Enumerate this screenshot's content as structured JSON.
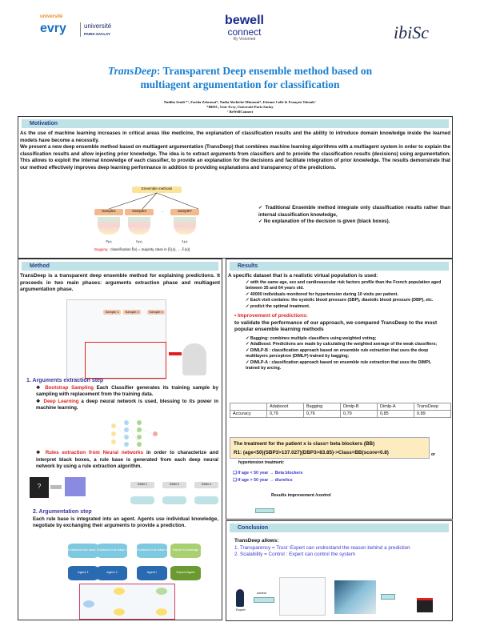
{
  "logos": {
    "evry": "université evry",
    "paris_saclay": "université PARIS-SACLAY",
    "bewell": "bewell connect",
    "bewell_sub": "By Visiomed",
    "ibisc": "ibiSc"
  },
  "title": {
    "italic": "TransDeep",
    "rest": ": Transparent Deep ensemble method based on",
    "line2": "multiagent argumentation for classification"
  },
  "authors": {
    "line1": "Nadiha Sendi *°, Farida Zehraoui*, Nadia Abchiche-Mimouni*, Etienne Colle & François Tebouls°",
    "line2": "*IBISC, Univ Evry, Université Paris-Saclay",
    "line3": "° BeWellConnect"
  },
  "motivation": {
    "heading": "Motivation",
    "p1": "As the use of machine learning increases in critical areas like medicine, the explanation of classification results and the ability to introduce domain knowledge inside the learned models have become a necessity.",
    "p2": "We present a new deep ensemble method based on multiagent argumentation (TransDeep) that combines machine learning algorithms with a multiagent system in order to explain the classification results and allow injecting prior knowledge. The idea is to extract arguments from classifiers and to provide the classification results (decisions) using argumentation. This allows to exploit the internal knowledge of each classifier, to provide an explanation for the decisions and facilitate integration of prior knowledge. The results demonstrate that our method effectively improves deep learning performance in addition to providing explanations and transparency of the predictions.",
    "figure": {
      "root": "Ensemble methods",
      "samples": [
        "Sample1",
        "Sample2",
        "SampleT"
      ],
      "dots": "...",
      "outputs": [
        "f̂¹(x)",
        "f̂₂(x)",
        "f̂ₜ(x)"
      ],
      "caption_red": "Bagging",
      "caption": " : classification  f̂(x) = majority class in {f̂₁(x), ..., f̂ₜ(x)}"
    },
    "bullets": [
      "Traditional  Ensemble method integrate only classification results rather than internal classification knowledge,",
      "No explanation of the decision is given (black boxes)."
    ]
  },
  "method": {
    "heading": "Method",
    "intro": "TransDeep is a transparent deep ensemble method for explaining predictions. It proceeds in two main phases: arguments extraction phase and multiagent argumentation phase.",
    "step1": "1. Arguments extraction step",
    "items": [
      {
        "red": "Bootstrap Sampling",
        "text": " Each Classifier generates its training sample by sampling with replacement from the training data."
      },
      {
        "red": "Deep Learning",
        "text": "  a deep neural network is used, blessing to its power in machine learning."
      },
      {
        "red": "Rules extraction from Neural networks",
        "text": " in order to characterize and interpret black boxes, a rule base is generated from each deep neural network by using a rule extraction algorithm."
      }
    ],
    "step2": "2. Argumentation step",
    "step2_text": "Each rule base is integrated into an agent. Agents use individual knowledge, negotiate by exchanging their arguments to provide a prediction.",
    "rulebases": [
      "Extracted rule base 1",
      "Extracted rule base 2",
      "Extracted rule base n",
      "Expert Knowledge"
    ],
    "agents": [
      "Agent 1",
      "Agent 2",
      "Agent i",
      "Expert Agent"
    ],
    "dnns": [
      "DNN 1",
      "DNN 2",
      "DNN n"
    ],
    "samples": [
      "Sample 1",
      "Sample 2",
      "Sample n"
    ]
  },
  "results": {
    "heading": "Results",
    "dataset_title": "A specific dataset that is a realistic virtual population is used:",
    "dataset": [
      "with the same age, sex and cardiovascular risk factors profile than the French population aged between 35 and 64 years old.",
      "40000 individuals monitored for hypertension during 10 visits per patient.",
      "Each visit contains: the systolic blood pressure (SBP), diastolic blood pressure (DBP), etc.",
      "predict the optimal treatment."
    ],
    "improvement": "Improvement of predictions:",
    "improvement_text": "to validate the performance of our approach, we compared TransDeep to the most popular ensemble learning methods",
    "methods": [
      "Bagging: combines multiple classifiers using weighted voting;",
      "AdaBoost: Predictions are made by calculating the weighted average of the weak classifiers;",
      "DIMLP-B : classification approach based on ensemble rule extraction that uses the deep multilayers perceptron (DIMLP) trained by bagging;",
      "DIMLP-A : classification approach based on ensemble rule extraction that uses the DIMPL trained by arcing."
    ],
    "table": {
      "headers": [
        "",
        "Adaboost",
        "Bagging",
        "Dimlp-B",
        "Dimlp-A",
        "TransDeep"
      ],
      "row": [
        "Accuracy",
        "0,79",
        "0,76",
        "0,79",
        "0,85",
        "0.89"
      ]
    },
    "callout1": "The treatment for the patient x is class= beta blockers (BB)",
    "callout2": "R1: (age<50)(SBP3>137.027)(DBP3>83.85)->Class=BB(score=0.8)",
    "or": "or",
    "hyper": "hypertension treatment:",
    "rules": [
      "If age < 50 year → Beta blockers",
      "If age > 50 year → diuretics"
    ],
    "improvement_control": "Results improvement /control"
  },
  "conclusion": {
    "heading": "Conclusion",
    "allows": "TransDeep allows:",
    "items": [
      "1.   Transparency = Trust :Expert can undrestand the reason behind a prediction",
      "2.   Scalability = Control : Expert can control the system"
    ],
    "control": "control",
    "expert": "Expert"
  },
  "colors": {
    "header_bg": "#bfe2e6",
    "title": "#1a7fd0",
    "red": "#e02020",
    "blue": "#3a3acc"
  }
}
